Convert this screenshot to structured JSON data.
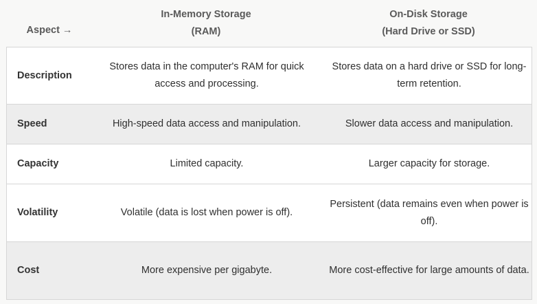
{
  "header": {
    "aspect": "Aspect →",
    "ram_line1": "In-Memory Storage",
    "ram_line2": "(RAM)",
    "disk_line1": "On-Disk Storage",
    "disk_line2": "(Hard Drive or SSD)"
  },
  "rows": [
    {
      "aspect": "Description",
      "ram": "Stores data in the computer's RAM for quick access and processing.",
      "disk": "Stores data on a hard drive or SSD for long-term retention."
    },
    {
      "aspect": "Speed",
      "ram": "High-speed data access and manipulation.",
      "disk": "Slower data access and manipulation."
    },
    {
      "aspect": "Capacity",
      "ram": "Limited capacity.",
      "disk": "Larger capacity for storage."
    },
    {
      "aspect": "Volatility",
      "ram": "Volatile (data is lost when power is off).",
      "disk": "Persistent (data remains even when power is off)."
    },
    {
      "aspect": "Cost",
      "ram": "More expensive per gigabyte.",
      "disk": "More cost-effective for large amounts of data."
    }
  ]
}
